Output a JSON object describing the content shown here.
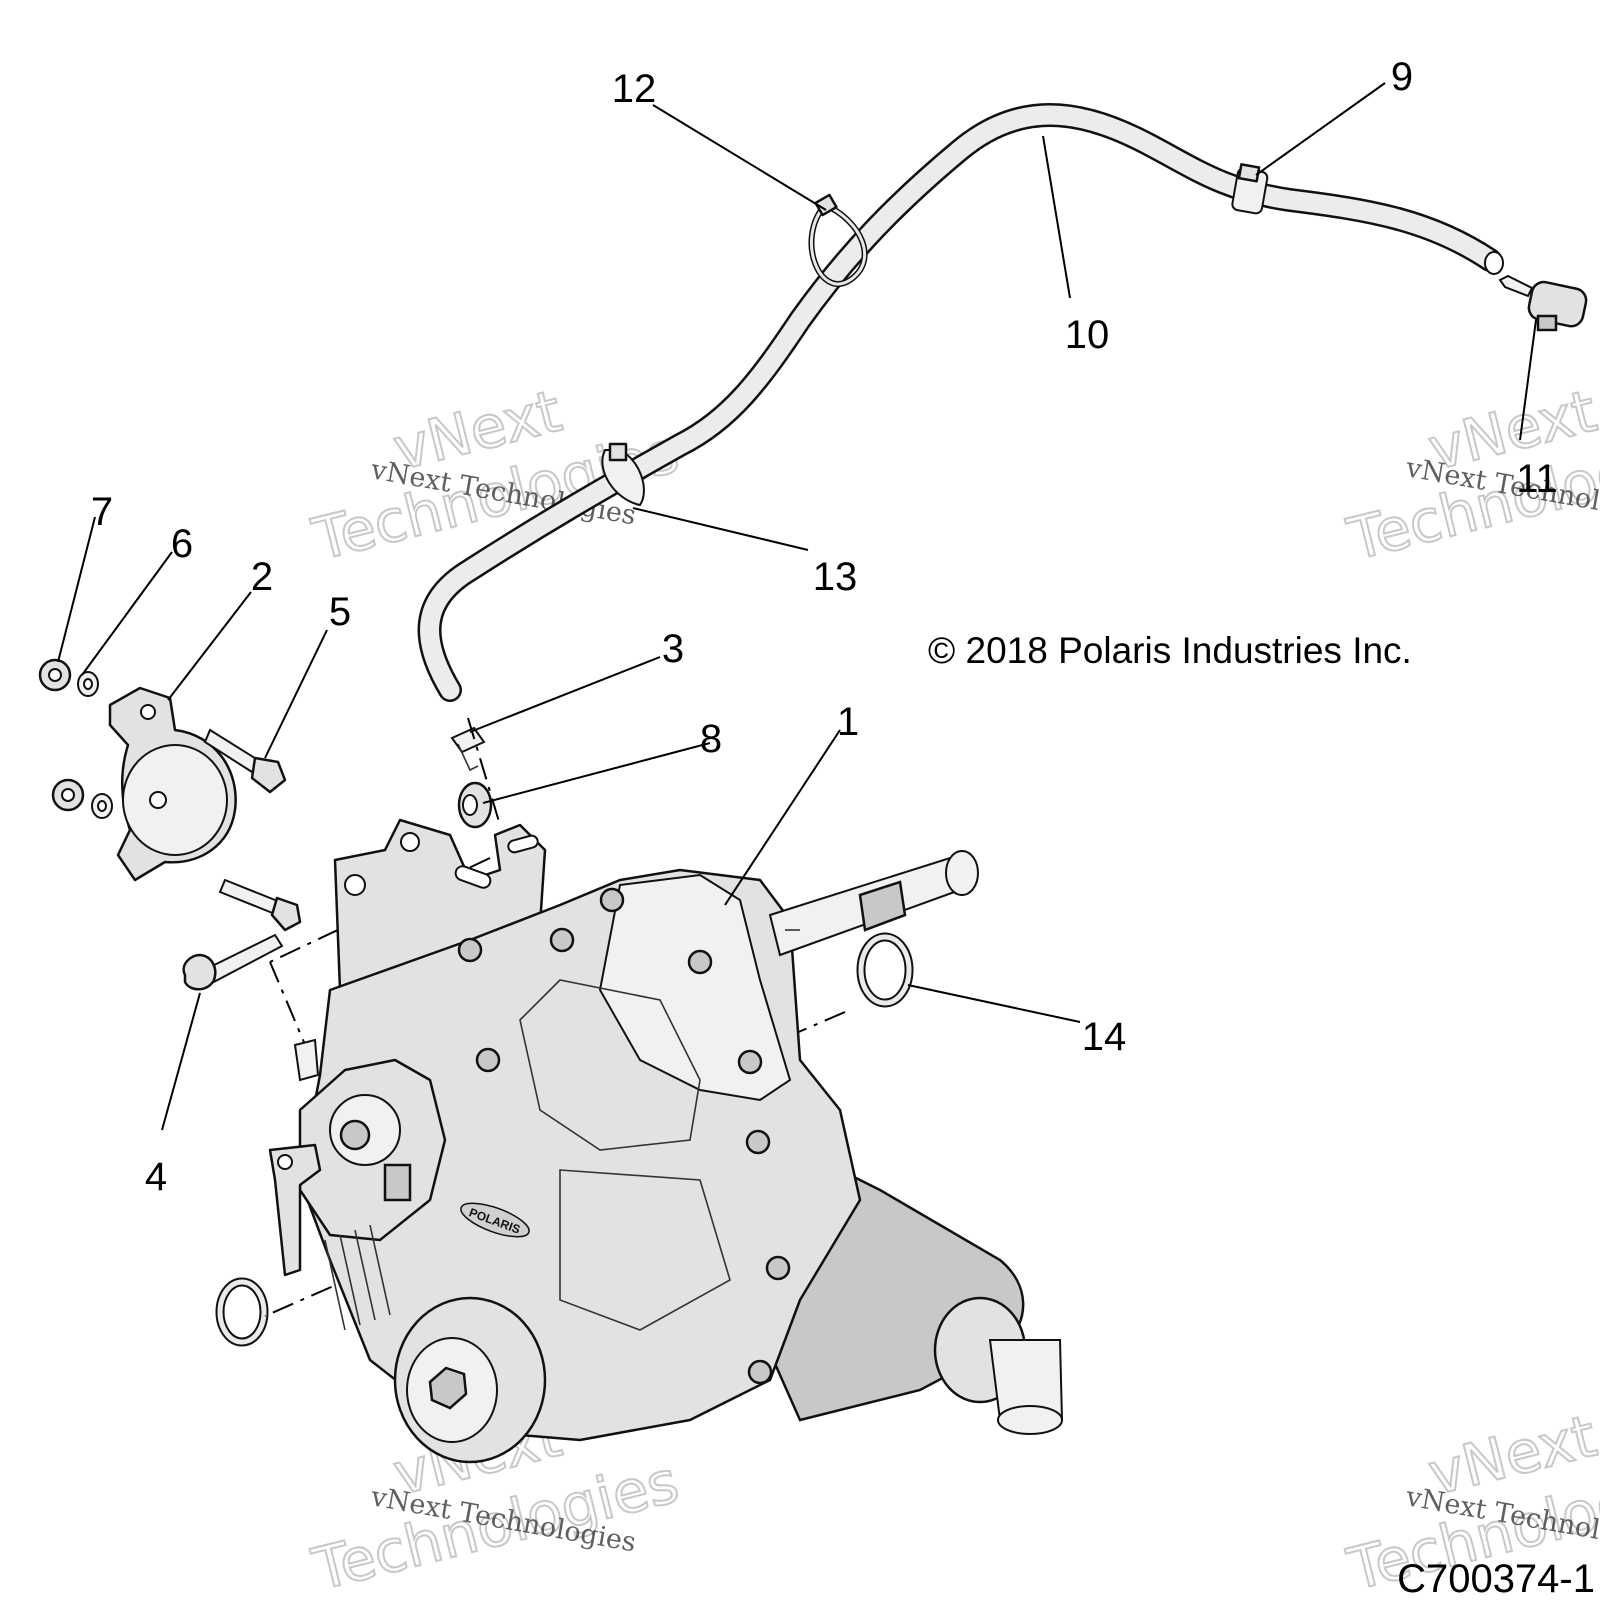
{
  "copyright": "© 2018 Polaris Industries Inc.",
  "figure_code": "C700374-1",
  "logo_text": "POLARIS",
  "watermark": {
    "line1": "vNext Technologies",
    "big1": "vNext",
    "big2": "Technologies"
  },
  "callouts": [
    {
      "id": "1",
      "label": "1"
    },
    {
      "id": "2",
      "label": "2"
    },
    {
      "id": "3",
      "label": "3"
    },
    {
      "id": "4",
      "label": "4"
    },
    {
      "id": "5",
      "label": "5"
    },
    {
      "id": "6",
      "label": "6"
    },
    {
      "id": "7",
      "label": "7"
    },
    {
      "id": "8",
      "label": "8"
    },
    {
      "id": "9",
      "label": "9"
    },
    {
      "id": "10",
      "label": "10"
    },
    {
      "id": "11",
      "label": "11"
    },
    {
      "id": "12",
      "label": "12"
    },
    {
      "id": "13",
      "label": "13"
    },
    {
      "id": "14",
      "label": "14"
    }
  ]
}
